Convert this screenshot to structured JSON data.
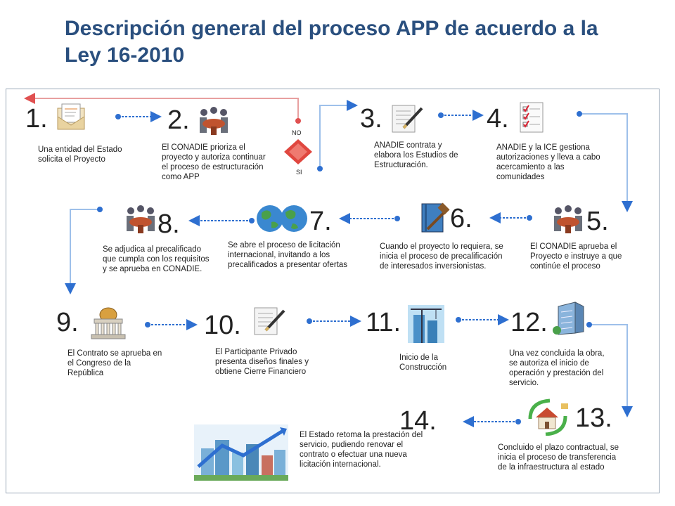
{
  "title": "Descripción general del proceso APP de acuerdo a la Ley 16-2010",
  "decision": {
    "no": "NO",
    "si": "SI"
  },
  "steps": [
    {
      "num": "1.",
      "text": "Una entidad del Estado solicita el Proyecto",
      "icon": "envelope-icon"
    },
    {
      "num": "2.",
      "text": "El CONADIE prioriza el proyecto y autoriza continuar el proceso de estructuración como APP",
      "icon": "meeting-icon"
    },
    {
      "num": "3.",
      "text": "ANADIE contrata y elabora los Estudios de Estructuración.",
      "icon": "document-pen-icon"
    },
    {
      "num": "4.",
      "text": "ANADIE y la ICE gestiona autorizaciones y lleva a cabo acercamiento a las comunidades",
      "icon": "checklist-icon"
    },
    {
      "num": "5.",
      "text": "El CONADIE aprueba el Proyecto e instruye a que continúe el proceso",
      "icon": "meeting-icon"
    },
    {
      "num": "6.",
      "text": "Cuando el proyecto lo requiera, se inicia el proceso de precalificación de interesados inversionistas.",
      "icon": "gavel-book-icon"
    },
    {
      "num": "7.",
      "text": "Se abre el proceso de licitación internacional, invitando a los precalificados a presentar ofertas",
      "icon": "globe-icon"
    },
    {
      "num": "8.",
      "text": "Se adjudica al precalificado que cumpla con los requisitos y se aprueba en CONADIE.",
      "icon": "meeting-icon"
    },
    {
      "num": "9.",
      "text": "El Contrato se aprueba en el Congreso de la República",
      "icon": "capitol-icon"
    },
    {
      "num": "10.",
      "text": "El Participante Privado presenta diseños finales y obtiene Cierre Financiero",
      "icon": "document-pen-icon"
    },
    {
      "num": "11.",
      "text": "Inicio de la Construcción",
      "icon": "construction-icon"
    },
    {
      "num": "12.",
      "text": "Una vez concluida la obra, se autoriza el inicio de operación y prestación del servicio.",
      "icon": "building-icon"
    },
    {
      "num": "13.",
      "text": "Concluido el plazo contractual, se inicia el proceso de transferencia de la infraestructura al estado",
      "icon": "house-cycle-icon"
    },
    {
      "num": "14.",
      "text": "El Estado retoma la prestación del servicio, pudiendo renovar el contrato o efectuar una nueva licitación internacional.",
      "icon": "city-chart-icon"
    }
  ],
  "colors": {
    "title": "#2a4f7e",
    "flow_arrow": "#2e6fd0",
    "return_arrow": "#e05050",
    "decision": "#e0473f"
  }
}
